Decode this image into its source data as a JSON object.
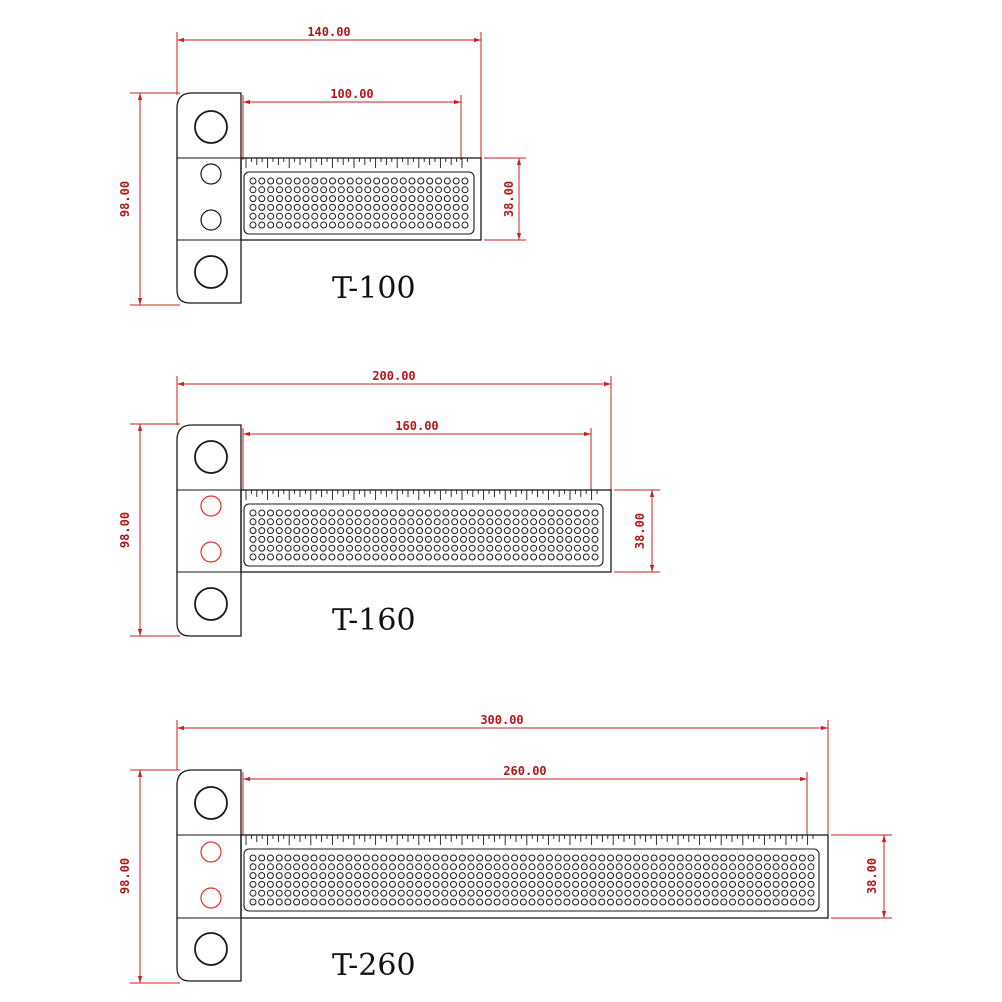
{
  "colors": {
    "dimension": "#cc1f1f",
    "dimension_text": "#b01818",
    "outline": "#1a1a1a",
    "red_hole": "#e03030"
  },
  "rulers": [
    {
      "model": "T-100",
      "overall_length": "140.00",
      "scale_length": "100.00",
      "height": "98.00",
      "blade_width": "38.00",
      "small_hole_color": "outline",
      "hole_cols": 25
    },
    {
      "model": "T-160",
      "overall_length": "200.00",
      "scale_length": "160.00",
      "height": "98.00",
      "blade_width": "38.00",
      "small_hole_color": "red_hole",
      "hole_cols": 40
    },
    {
      "model": "T-260",
      "overall_length": "300.00",
      "scale_length": "260.00",
      "height": "98.00",
      "blade_width": "38.00",
      "small_hole_color": "red_hole",
      "hole_cols": 65
    }
  ]
}
